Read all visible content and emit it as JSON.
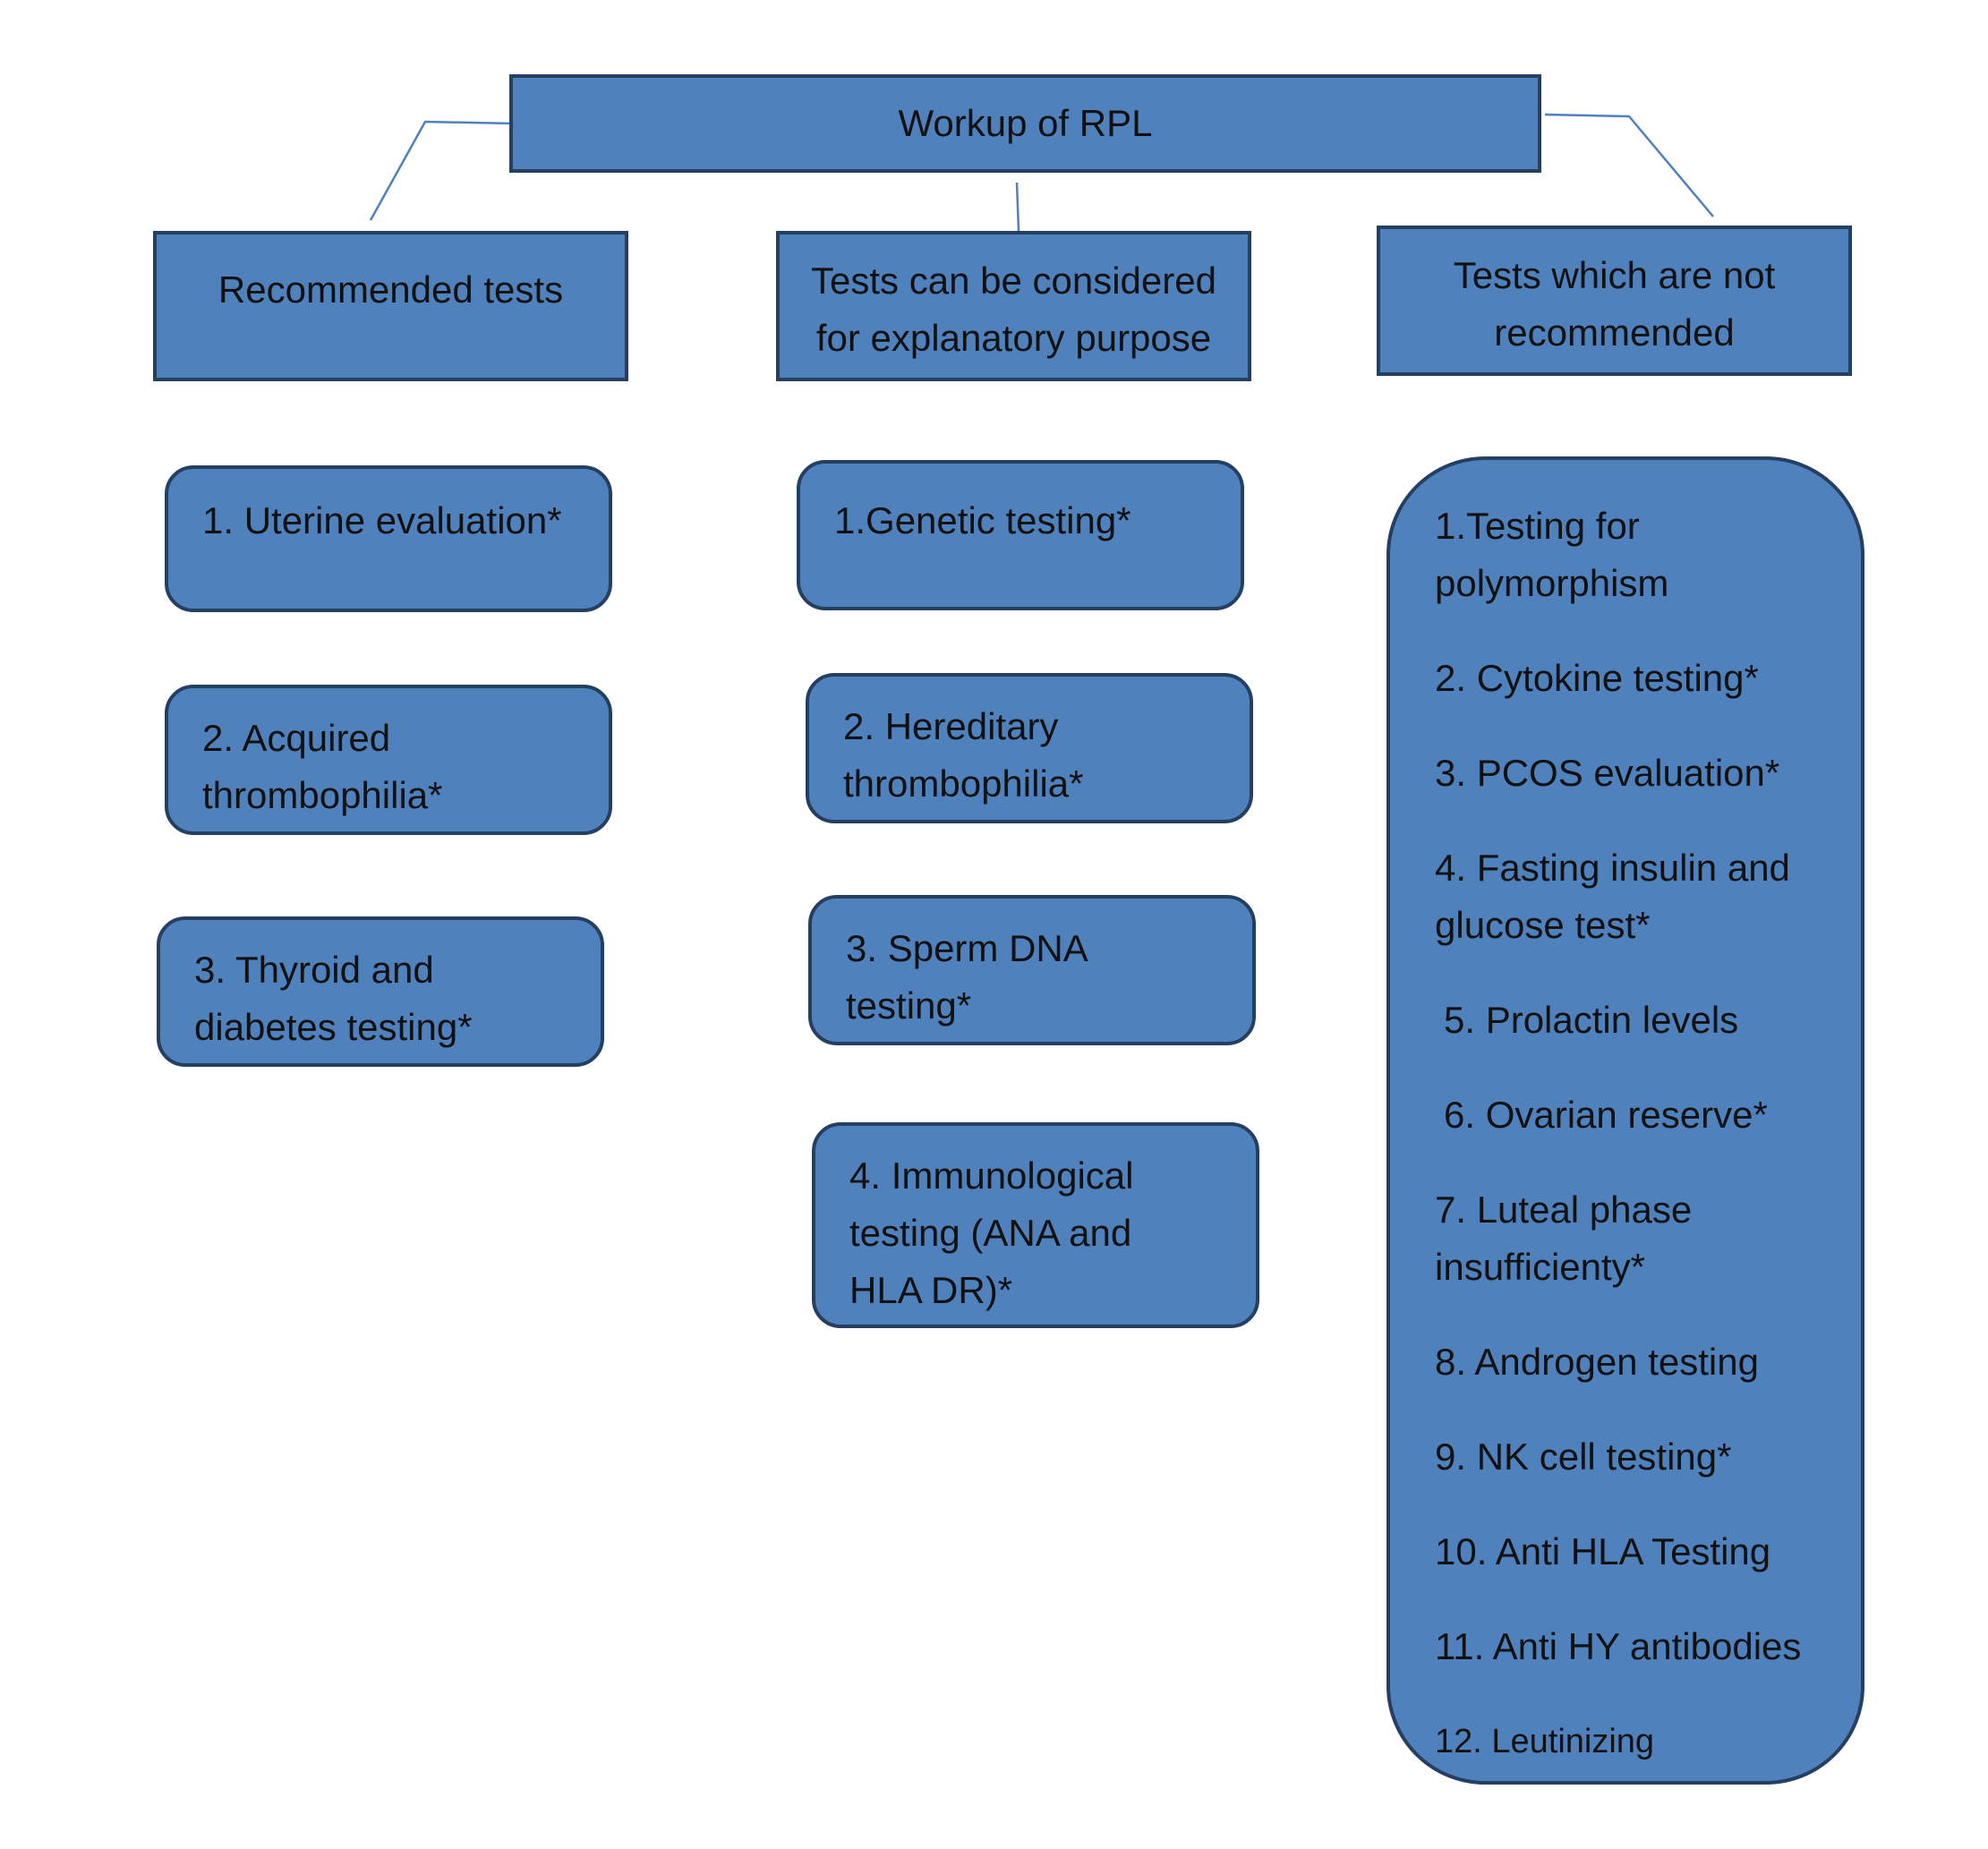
{
  "root": {
    "label": "Workup of RPL"
  },
  "categories": [
    {
      "line1": "Recommended tests",
      "line2": ""
    },
    {
      "line1": "Tests can be considered",
      "line2": "for explanatory purpose"
    },
    {
      "line1": "Tests which are not",
      "line2": "recommended"
    }
  ],
  "recommended": [
    {
      "lines": [
        "1. Uterine evaluation*"
      ]
    },
    {
      "lines": [
        "2. Acquired",
        "thrombophilia*"
      ]
    },
    {
      "lines": [
        "3. Thyroid and",
        "diabetes testing*"
      ]
    }
  ],
  "explanatory": [
    {
      "lines": [
        "1.Genetic testing*"
      ]
    },
    {
      "lines": [
        "2. Hereditary",
        "thrombophilia*"
      ]
    },
    {
      "lines": [
        "3. Sperm DNA",
        "testing*"
      ]
    },
    {
      "lines": [
        "4. Immunological",
        "testing (ANA and",
        "HLA DR)*"
      ]
    }
  ],
  "not_recommended": [
    {
      "lines": [
        "1.Testing for",
        "polymorphism"
      ]
    },
    {
      "lines": [
        "2. Cytokine testing*"
      ]
    },
    {
      "lines": [
        "3. PCOS evaluation*"
      ]
    },
    {
      "lines": [
        "4. Fasting insulin and",
        "glucose test*"
      ]
    },
    {
      "lines": [
        "5. Prolactin levels"
      ]
    },
    {
      "lines": [
        "6. Ovarian reserve*"
      ]
    },
    {
      "lines": [
        "7.  Luteal phase",
        "insufficienty*"
      ]
    },
    {
      "lines": [
        "8. Androgen testing"
      ]
    },
    {
      "lines": [
        "9. NK cell testing*"
      ]
    },
    {
      "lines": [
        "10. Anti HLA Testing"
      ]
    },
    {
      "lines": [
        "11. Anti HY antibodies"
      ]
    },
    {
      "lines": [
        "12. Leutinizing"
      ]
    }
  ],
  "colors": {
    "box_fill": "#4f81bd",
    "box_border": "#243f60",
    "connector": "#4f81bd"
  }
}
